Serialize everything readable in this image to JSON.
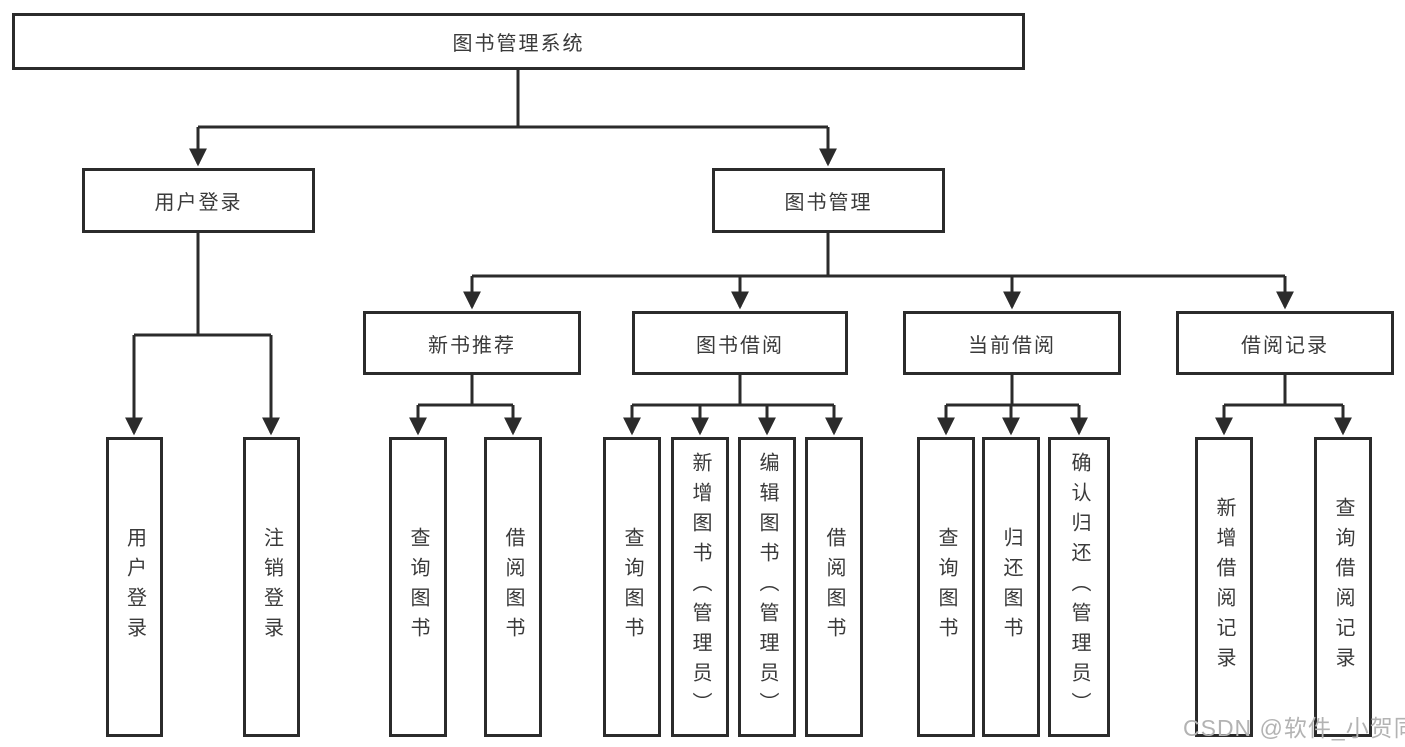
{
  "colors": {
    "box_border": "#2b2b2b",
    "connector_line": "#2b2b2b",
    "text": "#3a3a3a",
    "watermark_text": "#b3b3b3",
    "background": "#ffffff"
  },
  "tree": {
    "root": {
      "label": "图书管理系统"
    },
    "branches": [
      {
        "label": "用户登录",
        "children": [
          {
            "label": "用户登录"
          },
          {
            "label": "注销登录"
          }
        ]
      },
      {
        "label": "图书管理",
        "children": [
          {
            "label": "新书推荐",
            "children": [
              {
                "label": "查询图书"
              },
              {
                "label": "借阅图书"
              }
            ]
          },
          {
            "label": "图书借阅",
            "children": [
              {
                "label": "查询图书"
              },
              {
                "label": "新增图书（管理员）"
              },
              {
                "label": "编辑图书（管理员）"
              },
              {
                "label": "借阅图书"
              }
            ]
          },
          {
            "label": "当前借阅",
            "children": [
              {
                "label": "查询图书"
              },
              {
                "label": "归还图书"
              },
              {
                "label": "确认归还（管理员）"
              }
            ]
          },
          {
            "label": "借阅记录",
            "children": [
              {
                "label": "新增借阅记录"
              },
              {
                "label": "查询借阅记录"
              }
            ]
          }
        ]
      }
    ]
  },
  "watermark": {
    "text": "CSDN @软件_小贺同学"
  }
}
